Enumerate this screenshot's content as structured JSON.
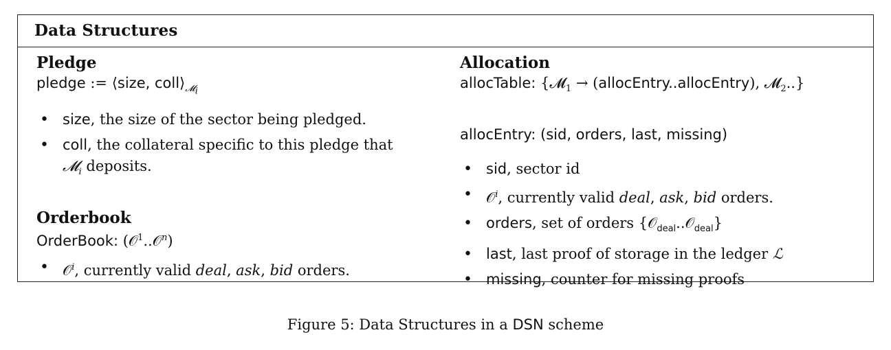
{
  "figure": {
    "box_title": "Data Structures",
    "caption_prefix": "Figure 5: Data Structures in a ",
    "caption_dsn": "DSN",
    "caption_suffix": " scheme"
  },
  "pledge": {
    "heading": "Pledge",
    "def_name": "pledge",
    "def_assign": " := ⟨",
    "def_fields": "size, coll",
    "def_close": "⟩",
    "def_sub": "𝓜",
    "def_sub_i": "i",
    "bullets": [
      {
        "term": "size",
        "text": ", the size of the sector being pledged."
      },
      {
        "term": "coll",
        "text": ", the collateral specific to this pledge that"
      }
    ],
    "bullet2_cont_sym": "𝓜",
    "bullet2_cont_sub": "i",
    "bullet2_cont_text": " deposits."
  },
  "orderbook": {
    "heading": "Orderbook",
    "def_name": "OrderBook:",
    "def_value": " (𝒪",
    "def_sup1": "1",
    "def_mid": "..𝒪",
    "def_supn": "n",
    "def_close": ")",
    "bullet_sym": "𝒪",
    "bullet_sup": "i",
    "bullet_pre": ", currently valid ",
    "bullet_deal": "deal",
    "bullet_c1": ", ",
    "bullet_ask": "ask",
    "bullet_c2": ", ",
    "bullet_bid": "bid",
    "bullet_post": " orders."
  },
  "allocation": {
    "heading": "Allocation",
    "table_name": "allocTable:",
    "table_value_1": " {𝓜",
    "table_sub1": "1",
    "table_value_2": " → (",
    "table_entries": "allocEntry..allocEntry",
    "table_value_3": "), 𝓜",
    "table_sub2": "2",
    "table_value_4": "..}",
    "entry_name": "allocEntry:",
    "entry_value": " (sid, orders, last, missing)",
    "b_sid_term": "sid",
    "b_sid_text": ", sector id",
    "b_oi_sym": "𝒪",
    "b_oi_sup": "i",
    "b_oi_pre": ", currently valid ",
    "b_oi_deal": "deal",
    "b_oi_c1": ", ",
    "b_oi_ask": "ask",
    "b_oi_c2": ", ",
    "b_oi_bid": "bid",
    "b_oi_post": " orders.",
    "b_orders_term": "orders",
    "b_orders_text": ", set of orders {𝒪",
    "b_orders_sub1": "deal",
    "b_orders_mid": "..𝒪",
    "b_orders_sub2": "deal",
    "b_orders_close": "}",
    "b_last_term": "last",
    "b_last_text": ", last proof of storage in the ledger ",
    "b_last_sym": "ℒ",
    "b_missing_term": "missing",
    "b_missing_text": ", counter for missing proofs"
  }
}
